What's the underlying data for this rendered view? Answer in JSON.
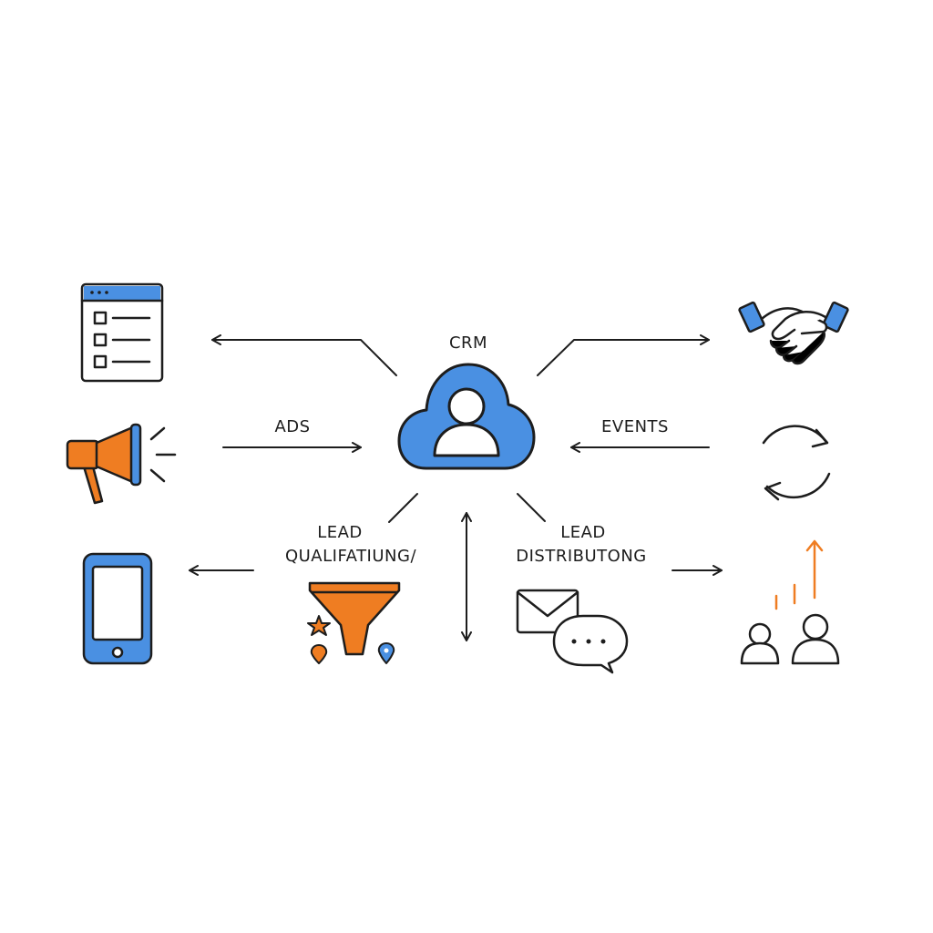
{
  "labels": {
    "crm": "CRM",
    "ads": "ADS",
    "events": "EVENTS",
    "lead_left_line1": "LEAD",
    "lead_left_line2": "QUALIFATIUNG/",
    "lead_right_line1": "LEAD",
    "lead_right_line2": "DISTRIBUTONG"
  },
  "icons": [
    "form-window-icon",
    "megaphone-icon",
    "smartphone-icon",
    "crm-cloud-user-icon",
    "funnel-icon",
    "email-chat-icon",
    "handshake-icon",
    "sync-cycle-icon",
    "growth-people-icon"
  ],
  "colors": {
    "blue": "#4a90e2",
    "orange": "#ef7d22",
    "ink": "#1d1d1d"
  }
}
